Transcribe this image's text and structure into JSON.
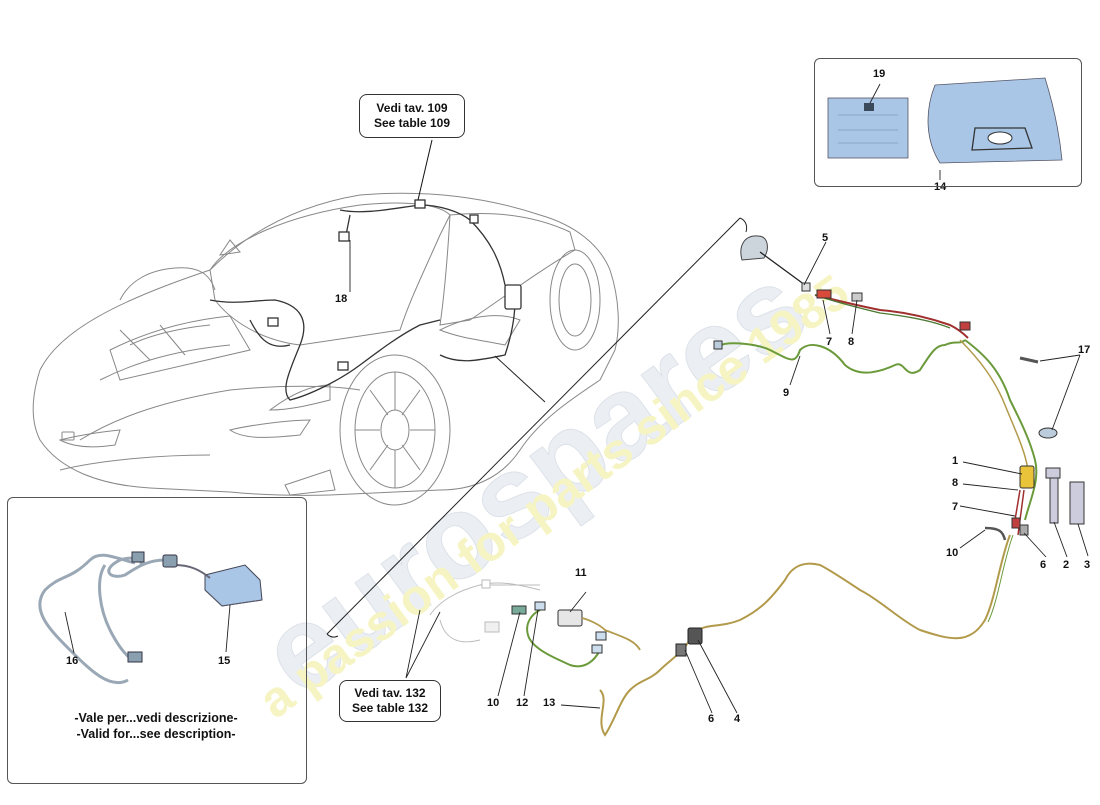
{
  "watermark": {
    "brand": "eurospares",
    "slogan": "a passion for parts since 1985",
    "brand_color": "#e8edf2",
    "slogan_color": "#f4f3b8"
  },
  "callouts": {
    "top": {
      "line1": "Vedi tav. 109",
      "line2": "See table 109"
    },
    "bottom": {
      "line1": "Vedi tav. 132",
      "line2": "See table 132"
    }
  },
  "inset_note": {
    "line1": "-Vale per...vedi descrizione-",
    "line2": "-Valid for...see description-"
  },
  "part_labels": {
    "p1": "1",
    "p2": "2",
    "p3": "3",
    "p4": "4",
    "p5": "5",
    "p6a": "6",
    "p6b": "6",
    "p7a": "7",
    "p7b": "7",
    "p8a": "8",
    "p8b": "8",
    "p9": "9",
    "p10a": "10",
    "p10b": "10",
    "p11": "11",
    "p12": "12",
    "p13": "13",
    "p14": "14",
    "p15": "15",
    "p16": "16",
    "p17": "17",
    "p18": "18",
    "p19": "19"
  },
  "colors": {
    "line": "#1a1a1a",
    "car_outline": "#777777",
    "cable_green": "#6a9a3a",
    "cable_tan": "#b29a4a",
    "cable_red": "#a03030",
    "blue_part": "#a9c6e6",
    "connector_yellow": "#e9c33a"
  }
}
